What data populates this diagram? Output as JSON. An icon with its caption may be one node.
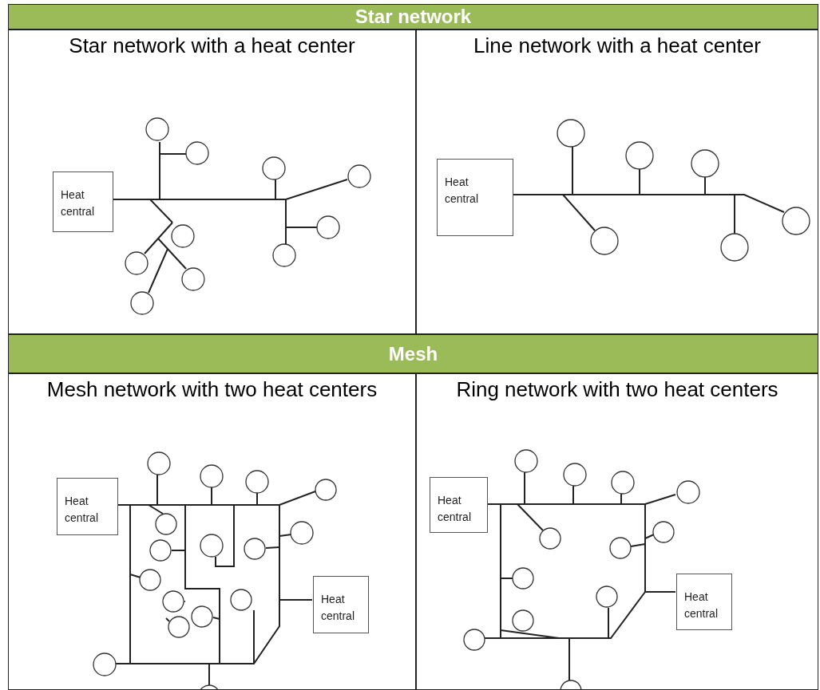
{
  "diagram": {
    "nodes": [
      {
        "text": [
          "Star network"
        ]
      },
      {
        "text": [
          "Star network with a heat center"
        ]
      },
      {
        "text": [
          "Heat central"
        ],
        "in": 1
      },
      {
        "text": [
          "Line network with a heat center"
        ]
      },
      {
        "text": [
          "Heat central"
        ],
        "in": 3
      },
      {
        "text": [
          "Mesh"
        ]
      },
      {
        "text": [
          "Mesh network with two heat centers"
        ]
      },
      {
        "text": [
          "Heat central"
        ],
        "in": 6
      },
      {
        "text": [
          "Heat central"
        ],
        "in": 6
      },
      {
        "text": [
          "Ring network with two heat centers"
        ]
      },
      {
        "text": [
          "Heat central"
        ],
        "in": 9
      },
      {
        "text": [
          "Heat central"
        ],
        "in": 9
      }
    ]
  }
}
